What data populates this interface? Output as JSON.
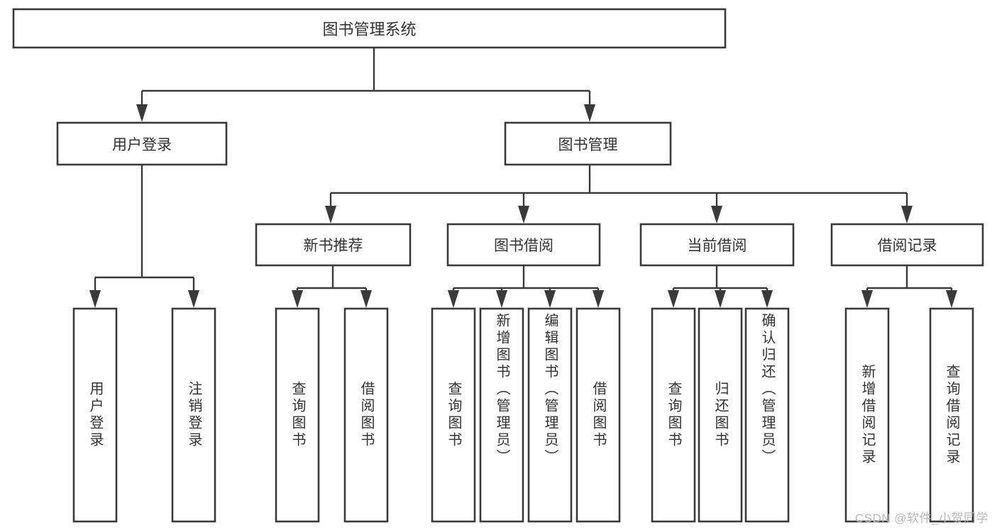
{
  "diagram": {
    "type": "tree-hierarchy",
    "title": "图书管理系统",
    "watermark": "CSDN @软件_小贺同学",
    "colors": {
      "background": "#ffffff",
      "box_fill": "#ffffff",
      "box_stroke": "#3a3a3a",
      "connector": "#3a3a3a",
      "text": "#333333",
      "watermark_text": "#b9b9b9"
    },
    "root": {
      "id": "root",
      "label": "图书管理系统",
      "orientation": "horizontal"
    },
    "level2": [
      {
        "id": "user-login",
        "label": "用户登录",
        "orientation": "horizontal"
      },
      {
        "id": "book-manage",
        "label": "图书管理",
        "orientation": "horizontal"
      }
    ],
    "level3": [
      {
        "id": "new-book-recommend",
        "label": "新书推荐",
        "orientation": "horizontal",
        "parent": "book-manage"
      },
      {
        "id": "book-borrow",
        "label": "图书借阅",
        "orientation": "horizontal",
        "parent": "book-manage"
      },
      {
        "id": "current-borrow",
        "label": "当前借阅",
        "orientation": "horizontal",
        "parent": "book-manage"
      },
      {
        "id": "borrow-record",
        "label": "借阅记录",
        "orientation": "horizontal",
        "parent": "book-manage"
      }
    ],
    "leaves": [
      {
        "id": "leaf-user-login",
        "label": "用户登录",
        "orientation": "vertical",
        "parent": "user-login",
        "align": "center"
      },
      {
        "id": "leaf-logout-login",
        "label": "注销登录",
        "orientation": "vertical",
        "parent": "user-login",
        "align": "center"
      },
      {
        "id": "leaf-query-book-1",
        "label": "查询图书",
        "orientation": "vertical",
        "parent": "new-book-recommend",
        "align": "center"
      },
      {
        "id": "leaf-borrow-book-1",
        "label": "借阅图书",
        "orientation": "vertical",
        "parent": "new-book-recommend",
        "align": "center"
      },
      {
        "id": "leaf-query-book-2",
        "label": "查询图书",
        "orientation": "vertical",
        "parent": "book-borrow",
        "align": "center"
      },
      {
        "id": "leaf-add-book-admin",
        "label": "新增图书（管理员）",
        "orientation": "vertical",
        "parent": "book-borrow",
        "align": "start"
      },
      {
        "id": "leaf-edit-book-admin",
        "label": "编辑图书（管理员）",
        "orientation": "vertical",
        "parent": "book-borrow",
        "align": "start"
      },
      {
        "id": "leaf-borrow-book-2",
        "label": "借阅图书",
        "orientation": "vertical",
        "parent": "book-borrow",
        "align": "center"
      },
      {
        "id": "leaf-query-book-3",
        "label": "查询图书",
        "orientation": "vertical",
        "parent": "current-borrow",
        "align": "center"
      },
      {
        "id": "leaf-return-book",
        "label": "归还图书",
        "orientation": "vertical",
        "parent": "current-borrow",
        "align": "center"
      },
      {
        "id": "leaf-confirm-return-admin",
        "label": "确认归还（管理员）",
        "orientation": "vertical",
        "parent": "current-borrow",
        "align": "start"
      },
      {
        "id": "leaf-add-borrow-record",
        "label": "新增借阅记录",
        "orientation": "vertical",
        "parent": "borrow-record",
        "align": "center"
      },
      {
        "id": "leaf-query-borrow-record",
        "label": "查询借阅记录",
        "orientation": "vertical",
        "parent": "borrow-record",
        "align": "center"
      }
    ]
  }
}
